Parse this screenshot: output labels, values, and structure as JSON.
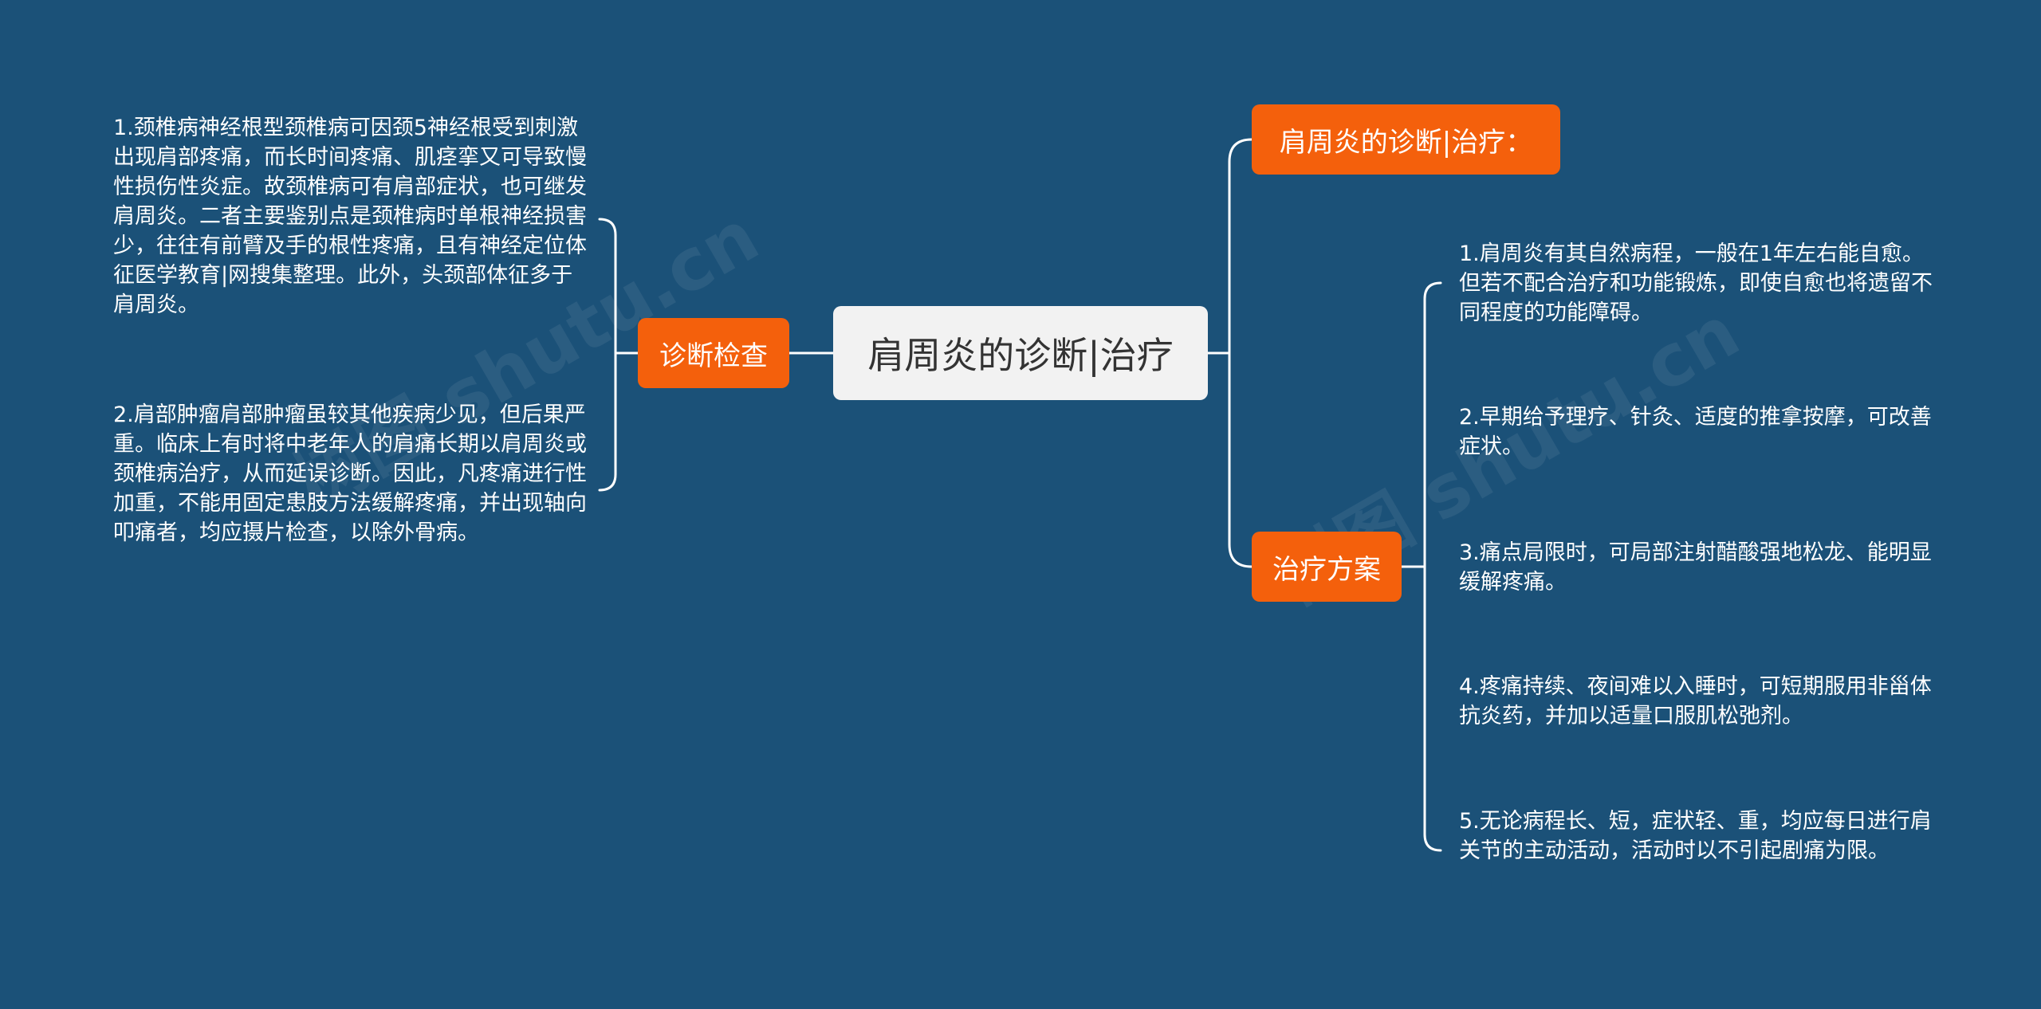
{
  "colors": {
    "background": "#1b5178",
    "central_fill": "#f2f2f2",
    "branch_fill": "#f4600c",
    "connector": "#ffffff",
    "leaf_text": "#ffffff"
  },
  "watermark": "树图 shutu.cn",
  "mindmap": {
    "central": "肩周炎的诊断|治疗",
    "left": {
      "label": "诊断检查",
      "leaves": [
        "1.颈椎病神经根型颈椎病可因颈5神经根受到刺激出现肩部疼痛，而长时间疼痛、肌痉挛又可导致慢性损伤性炎症。故颈椎病可有肩部症状，也可继发肩周炎。二者主要鉴别点是颈椎病时单根神经损害少，往往有前臂及手的根性疼痛，且有神经定位体征医学教育|网搜集整理。此外，头颈部体征多于肩周炎。",
        "2.肩部肿瘤肩部肿瘤虽较其他疾病少见，但后果严重。临床上有时将中老年人的肩痛长期以肩周炎或颈椎病治疗，从而延误诊断。因此，凡疼痛进行性加重，不能用固定患肢方法缓解疼痛，并出现轴向叩痛者，均应摄片检查，以除外骨病。"
      ]
    },
    "right_top": {
      "label": "肩周炎的诊断|治疗："
    },
    "right_bottom": {
      "label": "治疗方案",
      "leaves": [
        "1.肩周炎有其自然病程，一般在1年左右能自愈。但若不配合治疗和功能锻炼，即使自愈也将遗留不同程度的功能障碍。",
        "2.早期给予理疗、针灸、适度的推拿按摩，可改善症状。",
        "3.痛点局限时，可局部注射醋酸强地松龙、能明显缓解疼痛。",
        "4.疼痛持续、夜间难以入睡时，可短期服用非甾体抗炎药，并加以适量口服肌松弛剂。",
        "5.无论病程长、短，症状轻、重，均应每日进行肩关节的主动活动，活动时以不引起剧痛为限。"
      ]
    }
  }
}
